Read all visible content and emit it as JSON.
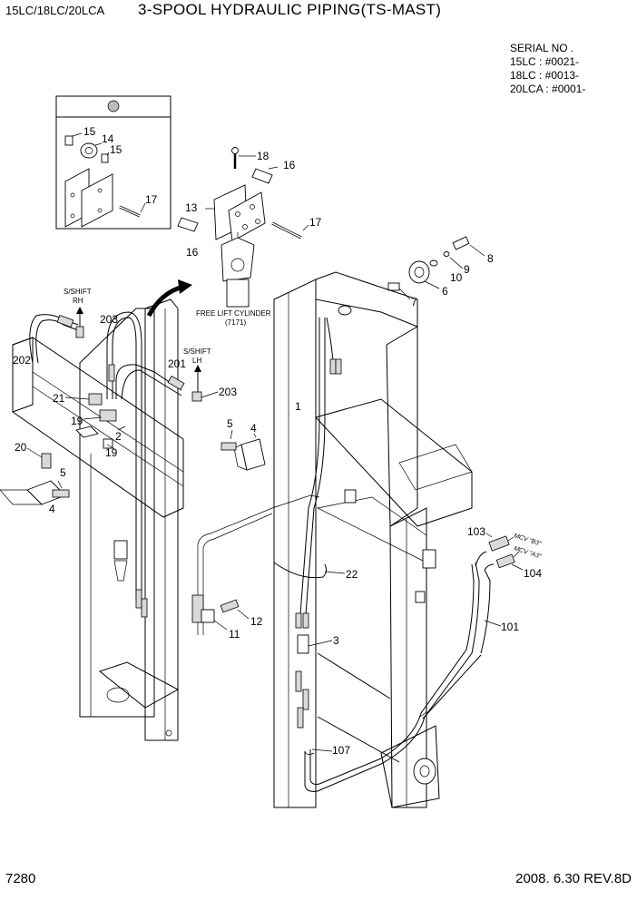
{
  "header": {
    "models": "15LC/18LC/20LCA",
    "title": "3-SPOOL HYDRAULIC PIPING(TS-MAST)"
  },
  "serial": {
    "heading": "SERIAL NO .",
    "lines": [
      "15LC : #0021-",
      "18LC : #0013-",
      "20LCA : #0001-"
    ]
  },
  "notes": {
    "free_lift_cylinder": "FREE LIFT CYLINDER",
    "free_lift_ref": "(7171)",
    "sshift_rh_1": "S/SHIFT",
    "sshift_rh_2": "RH",
    "sshift_lh_1": "S/SHIFT",
    "sshift_lh_2": "LH",
    "mcv_b3": "MCV \"B3\"",
    "mcv_a3": "MCV \"A3\""
  },
  "callouts": {
    "c1": "1",
    "c2": "2",
    "c3": "3",
    "c4a": "4",
    "c4b": "4",
    "c5a": "5",
    "c5b": "5",
    "c6": "6",
    "c7": "7",
    "c8": "8",
    "c9": "9",
    "c10": "10",
    "c11": "11",
    "c12": "12",
    "c13": "13",
    "c14": "14",
    "c15a": "15",
    "c15b": "15",
    "c16a": "16",
    "c16b": "16",
    "c17a": "17",
    "c17b": "17",
    "c18": "18",
    "c19a": "19",
    "c19b": "19",
    "c20": "20",
    "c21": "21",
    "c22": "22",
    "c101": "101",
    "c103": "103",
    "c104": "104",
    "c107": "107",
    "c201": "201",
    "c202": "202",
    "c203a": "203",
    "c203b": "203"
  },
  "footer": {
    "page": "7280",
    "date_rev": "2008. 6.30  REV.8D"
  }
}
